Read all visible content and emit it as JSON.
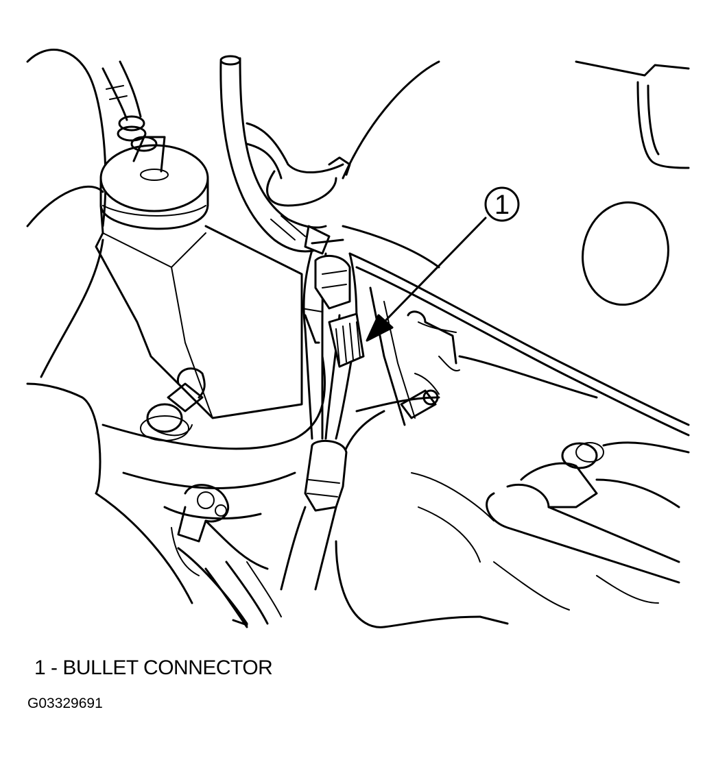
{
  "callout": {
    "number": "1"
  },
  "legend": {
    "items": [
      {
        "number": "1",
        "separator": " - ",
        "label": "BULLET CONNECTOR"
      }
    ]
  },
  "figure_id": "G03329691"
}
